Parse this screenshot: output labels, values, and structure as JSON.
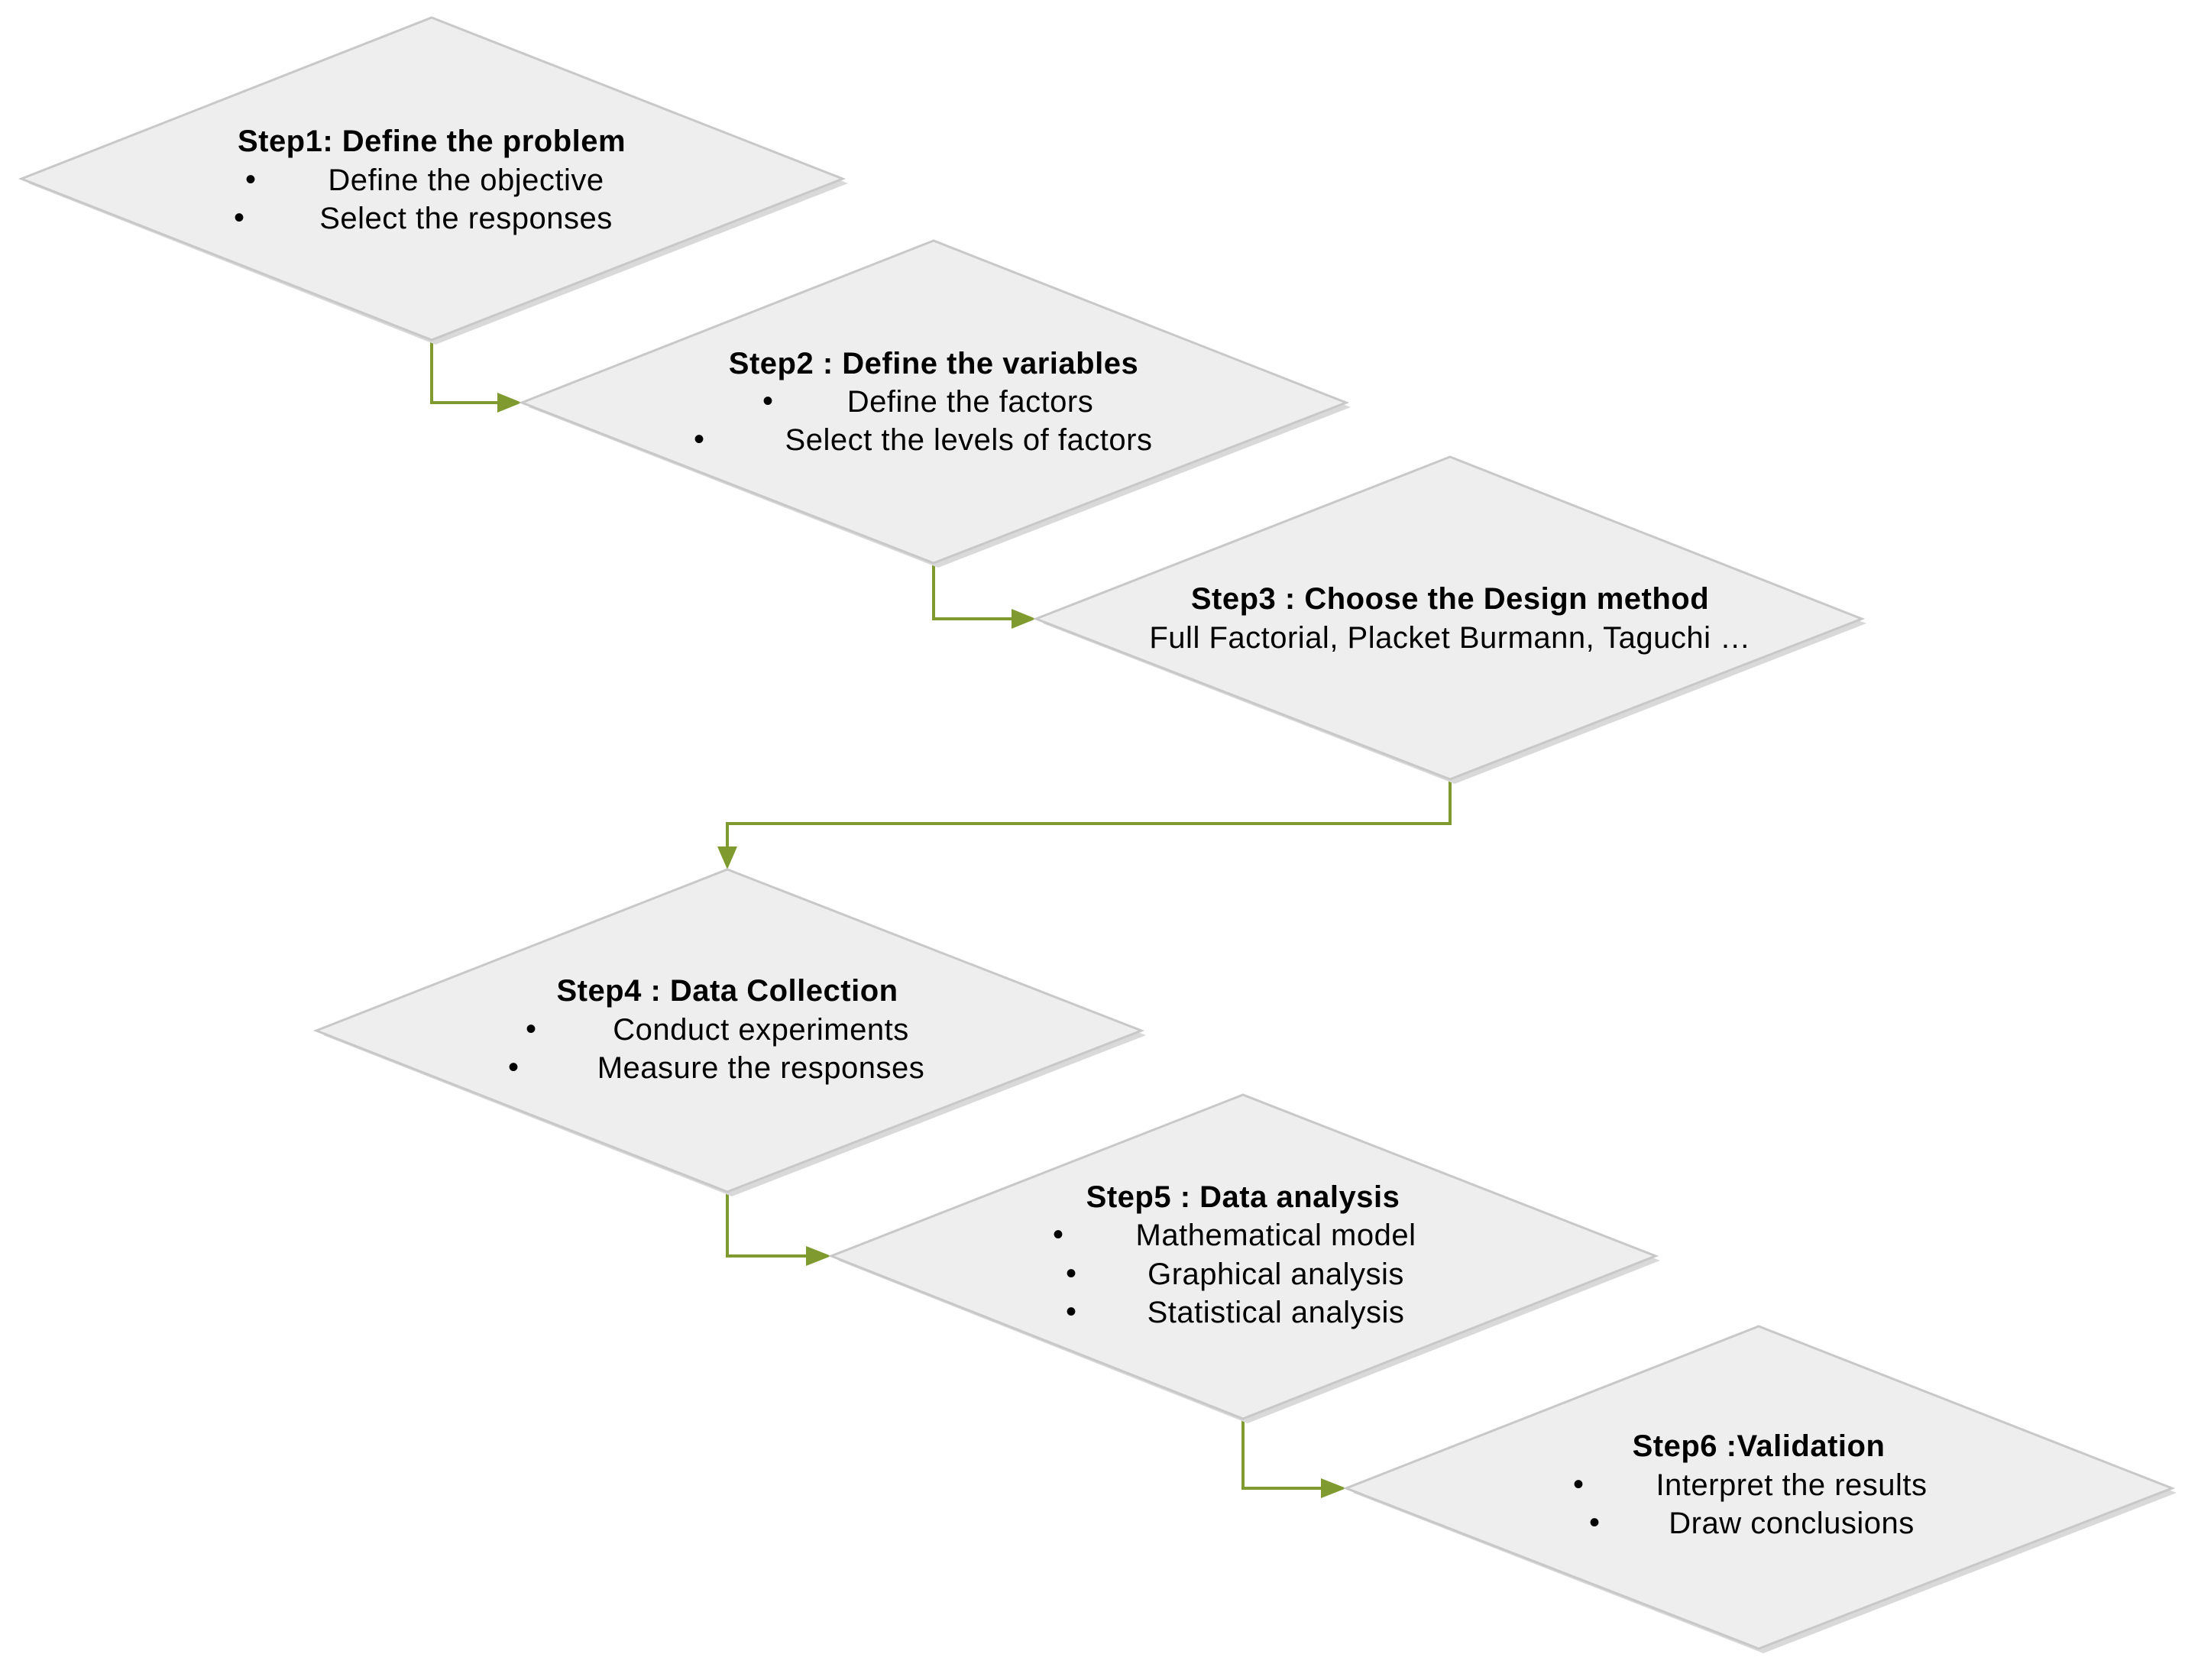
{
  "steps": [
    {
      "title": "Step1: Define the problem",
      "items": [
        "Define the objective",
        "Select the responses"
      ]
    },
    {
      "title": "Step2 : Define the variables",
      "items": [
        "Define the factors",
        "Select the levels of factors"
      ]
    },
    {
      "title": "Step3 : Choose the Design method",
      "description": "Full Factorial, Placket Burmann, Taguchi …"
    },
    {
      "title": "Step4 : Data Collection",
      "items": [
        "Conduct experiments",
        "Measure the responses"
      ]
    },
    {
      "title": "Step5 : Data analysis",
      "items": [
        "Mathematical model",
        "Graphical analysis",
        "Statistical analysis"
      ]
    },
    {
      "title": "Step6 :Validation",
      "items": [
        "Interpret the results",
        "Draw conclusions"
      ]
    }
  ],
  "colors": {
    "shape_fill": "#eeeeee",
    "shape_border": "#c8c8c8",
    "connector": "#7f9a2e",
    "text": "#000000"
  },
  "icons": {
    "bullet": "•"
  }
}
